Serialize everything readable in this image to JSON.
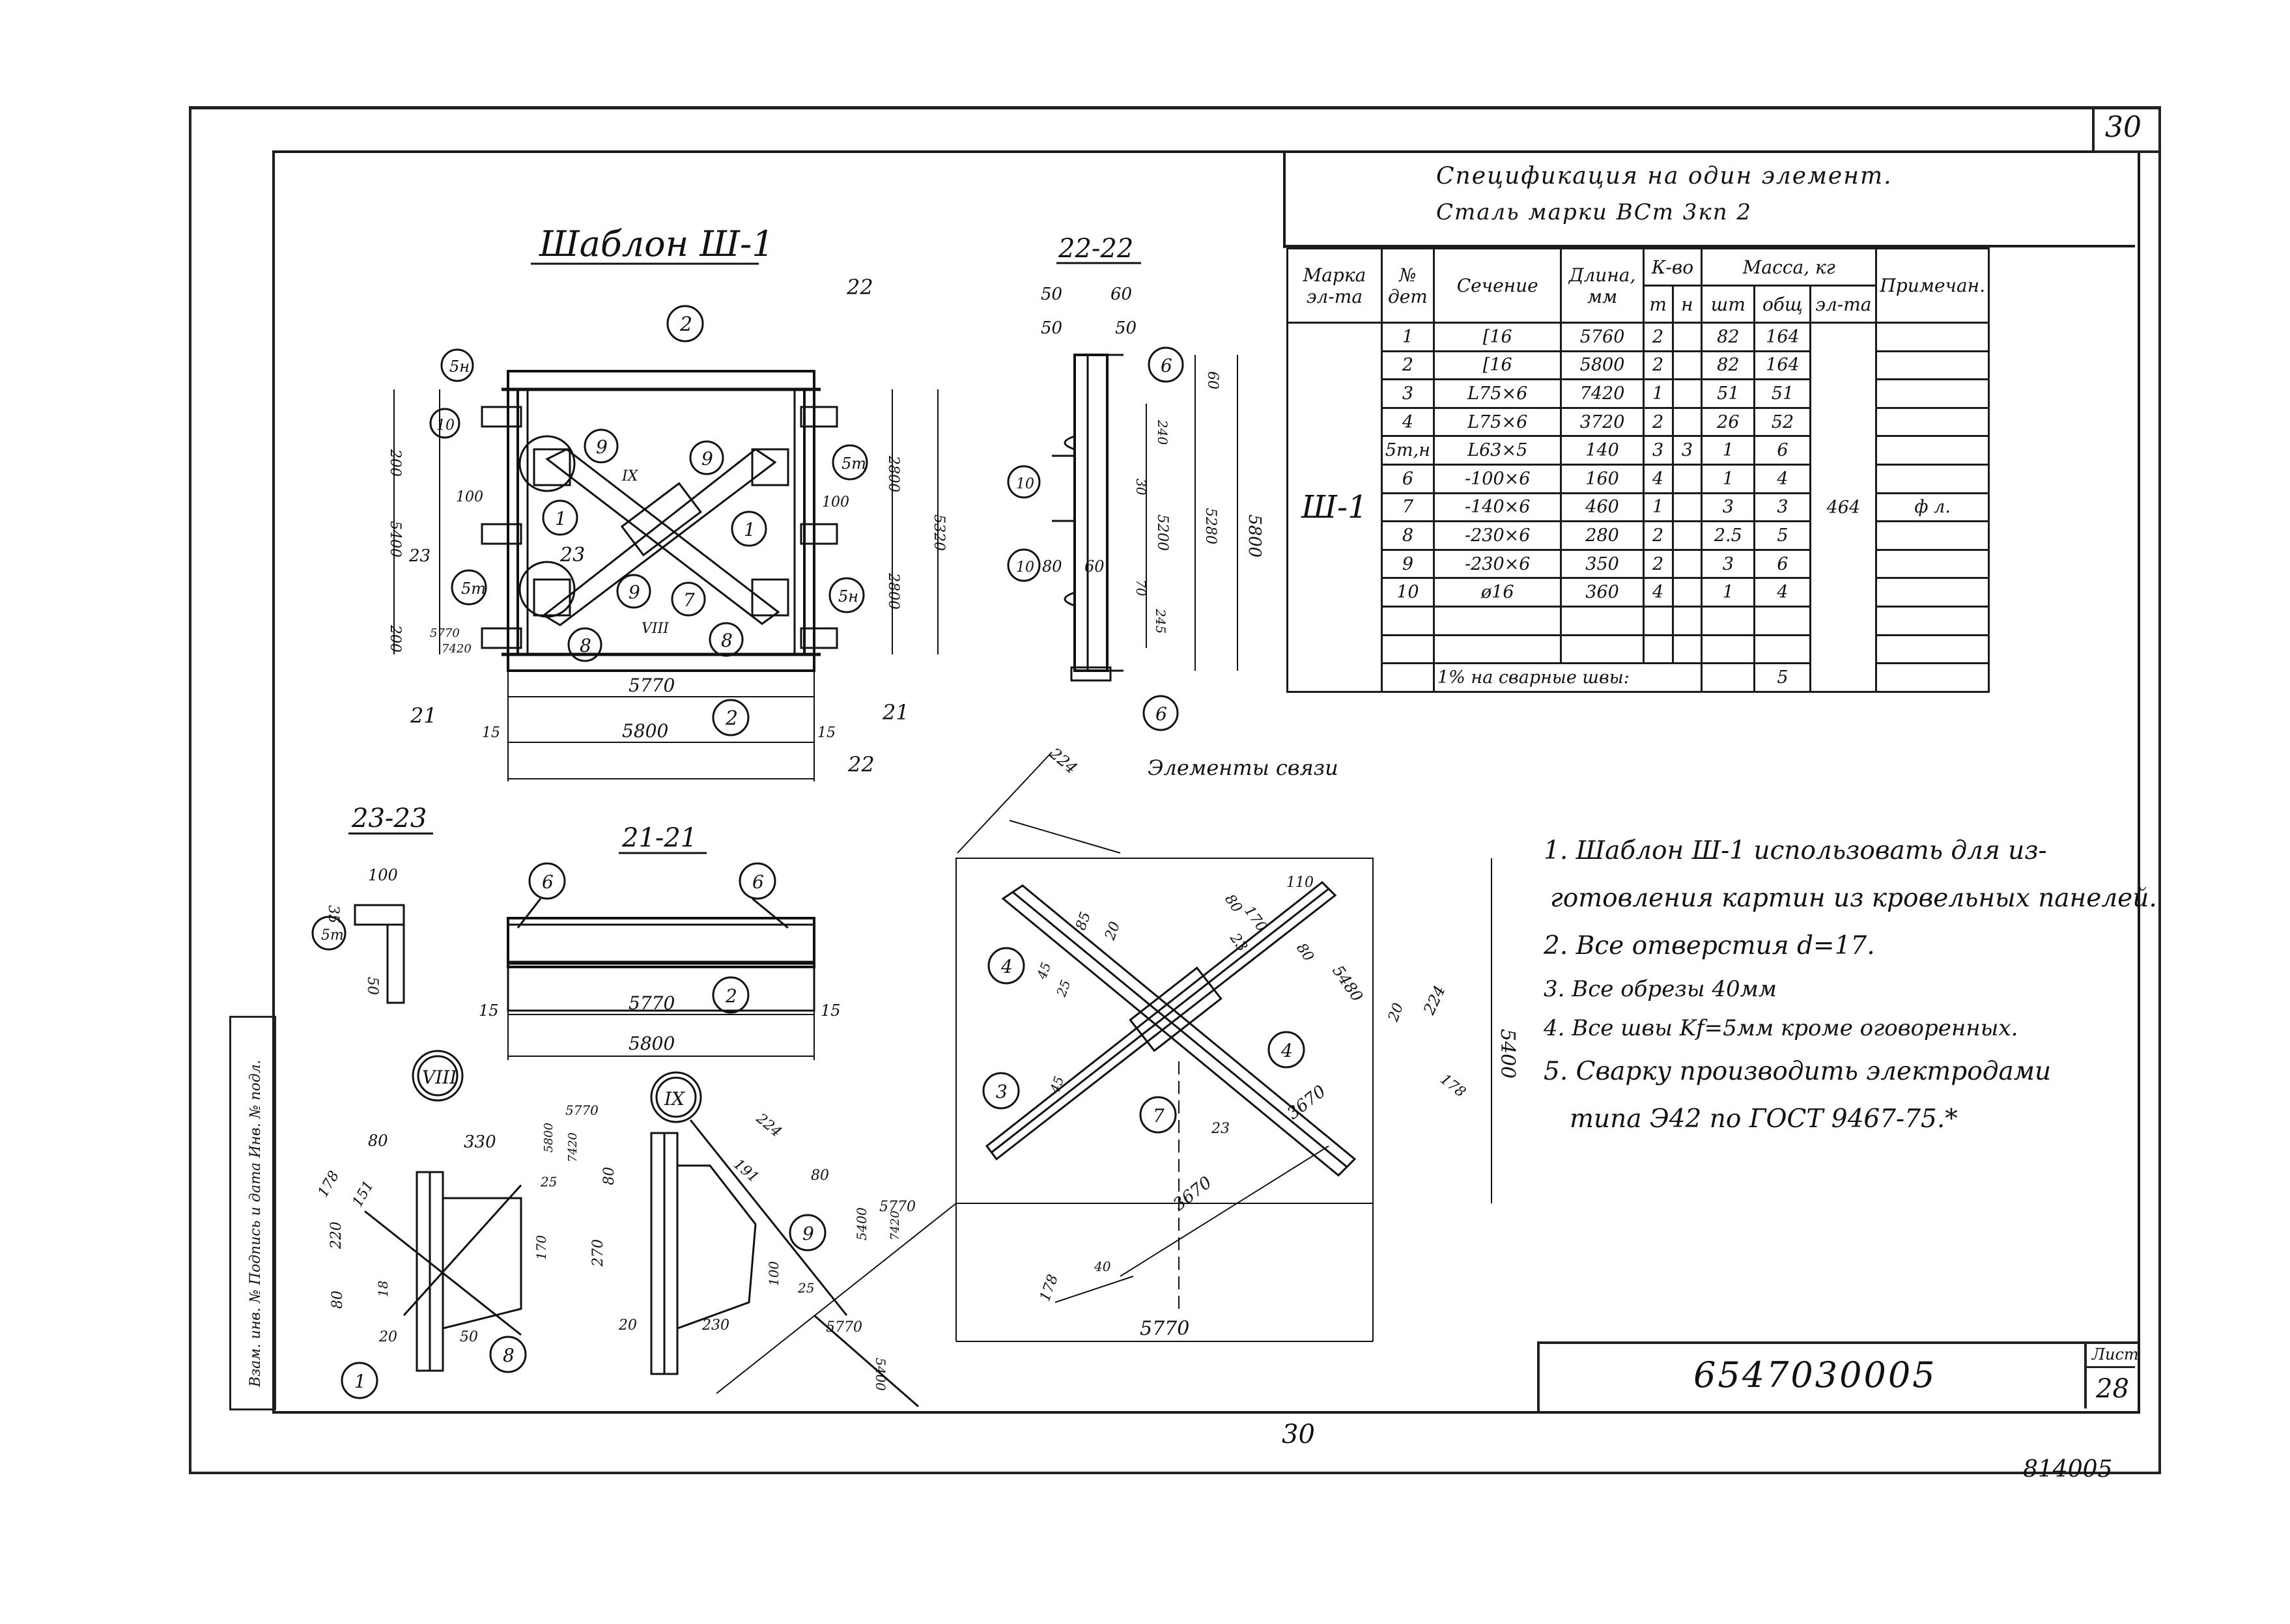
{
  "sheet": {
    "sheet_number_top": "30",
    "page_number_bottom": "30",
    "document_code": "6547030005",
    "sheet_label": "Лист",
    "sheet_no": "28",
    "archive_code": "814005",
    "left_margin_label": "Взам. инв. №  Подпись и дата  Инв. № подл."
  },
  "spec": {
    "title_line1": "Спецификация  на один элемент.",
    "title_line2": "Сталь  марки  ВСт 3кп 2",
    "headers": {
      "mark": "Марка эл-та",
      "pos": "№ дет",
      "section": "Сечение",
      "length": "Длина, мм",
      "qty": "К-во",
      "qty_t": "т",
      "qty_n": "н",
      "mass": "Масса, кг",
      "mass_piece": "шт",
      "mass_total": "общ",
      "mass_element": "эл-та",
      "note": "Примечан."
    },
    "mark_value": "Ш-1",
    "element_mass": "464",
    "note_value": "ф л.",
    "rows": [
      {
        "pos": "1",
        "section": "[16",
        "length": "5760",
        "t": "2",
        "n": "",
        "m_piece": "82",
        "m_total": "164"
      },
      {
        "pos": "2",
        "section": "[16",
        "length": "5800",
        "t": "2",
        "n": "",
        "m_piece": "82",
        "m_total": "164"
      },
      {
        "pos": "3",
        "section": "L75×6",
        "length": "7420",
        "t": "1",
        "n": "",
        "m_piece": "51",
        "m_total": "51"
      },
      {
        "pos": "4",
        "section": "L75×6",
        "length": "3720",
        "t": "2",
        "n": "",
        "m_piece": "26",
        "m_total": "52"
      },
      {
        "pos": "5т,н",
        "section": "L63×5",
        "length": "140",
        "t": "3",
        "n": "3",
        "m_piece": "1",
        "m_total": "6"
      },
      {
        "pos": "6",
        "section": "-100×6",
        "length": "160",
        "t": "4",
        "n": "",
        "m_piece": "1",
        "m_total": "4"
      },
      {
        "pos": "7",
        "section": "-140×6",
        "length": "460",
        "t": "1",
        "n": "",
        "m_piece": "3",
        "m_total": "3"
      },
      {
        "pos": "8",
        "section": "-230×6",
        "length": "280",
        "t": "2",
        "n": "",
        "m_piece": "2.5",
        "m_total": "5"
      },
      {
        "pos": "9",
        "section": "-230×6",
        "length": "350",
        "t": "2",
        "n": "",
        "m_piece": "3",
        "m_total": "6"
      },
      {
        "pos": "10",
        "section": "ø16",
        "length": "360",
        "t": "4",
        "n": "",
        "m_piece": "1",
        "m_total": "4"
      }
    ],
    "weld_row_label": "1% на сварные швы:",
    "weld_row_value": "5"
  },
  "drawing": {
    "main_title": "Шаблон  Ш-1",
    "section_22": "22-22",
    "section_23": "23-23",
    "section_21": "21-21",
    "node_8": "VIII",
    "node_9": "IX",
    "bracing_title": "Элементы связи",
    "cut_22": "22",
    "cut_23": "23",
    "cut_21": "21",
    "dims_main": {
      "d5800": "5800",
      "d5770": "5770",
      "d15a": "15",
      "d15b": "15",
      "d5400": "5400",
      "d200a": "200",
      "d200b": "200",
      "d100a": "100",
      "d100b": "100",
      "d2800a": "2800",
      "d2800b": "2800",
      "d5320": "5320",
      "d5770v": "5770",
      "d7420": "7420"
    },
    "dims_22": {
      "d50a": "50",
      "d60a": "60",
      "d50b": "50",
      "d50c": "50",
      "d60": "60",
      "d240": "240",
      "d30": "30",
      "d5280": "5280",
      "d5800": "5800",
      "d5200": "5200",
      "d245": "245",
      "d80": "80",
      "d60b": "60",
      "d70": "70"
    },
    "dims_21": {
      "d5770": "5770",
      "d5800": "5800",
      "d15a": "15",
      "d15b": "15"
    },
    "dims_23": {
      "d100": "100",
      "d35": "35",
      "d50": "50"
    },
    "dims_brace": {
      "d224": "224",
      "d5400": "5400",
      "d5770": "5770",
      "d3670a": "3670",
      "d3670b": "3670",
      "d178a": "178",
      "d178b": "178",
      "d5480": "5480",
      "d80a": "80",
      "d80b": "80",
      "d110": "110",
      "d170": "170",
      "d23a": "23",
      "d23b": "23",
      "d20a": "20",
      "d20b": "20",
      "d85": "85",
      "d45a": "45",
      "d45b": "45",
      "d25": "25",
      "d40": "40",
      "d224b": "224",
      "d5770b": "5770",
      "d5400b": "5400",
      "d7420": "7420"
    },
    "dims_viii": {
      "d178": "178",
      "d80a": "80",
      "d330": "330",
      "d151": "151",
      "d220": "220",
      "d80b": "80",
      "d18": "18",
      "d20": "20",
      "d50": "50",
      "d170": "170",
      "d25": "25",
      "d5800": "5800",
      "d5770": "5770",
      "d7420": "7420"
    },
    "dims_ix": {
      "d224": "224",
      "d80a": "80",
      "d80b": "80",
      "d191": "191",
      "d270": "270",
      "d100": "100",
      "d25": "25",
      "d20": "20",
      "d230": "230",
      "d5770": "5770",
      "d5400": "5400"
    }
  },
  "notes": [
    "1. Шаблон Ш-1 использовать для из-",
    "готовления картин из кровельных панелей.",
    "2. Все отверстия  d=17.",
    "3. Все обрезы  40мм",
    "4. Все швы  Kf=5мм  кроме оговоренных.",
    "5. Сварку производить электродами",
    "типа Э42 по ГОСТ 9467-75.*"
  ]
}
